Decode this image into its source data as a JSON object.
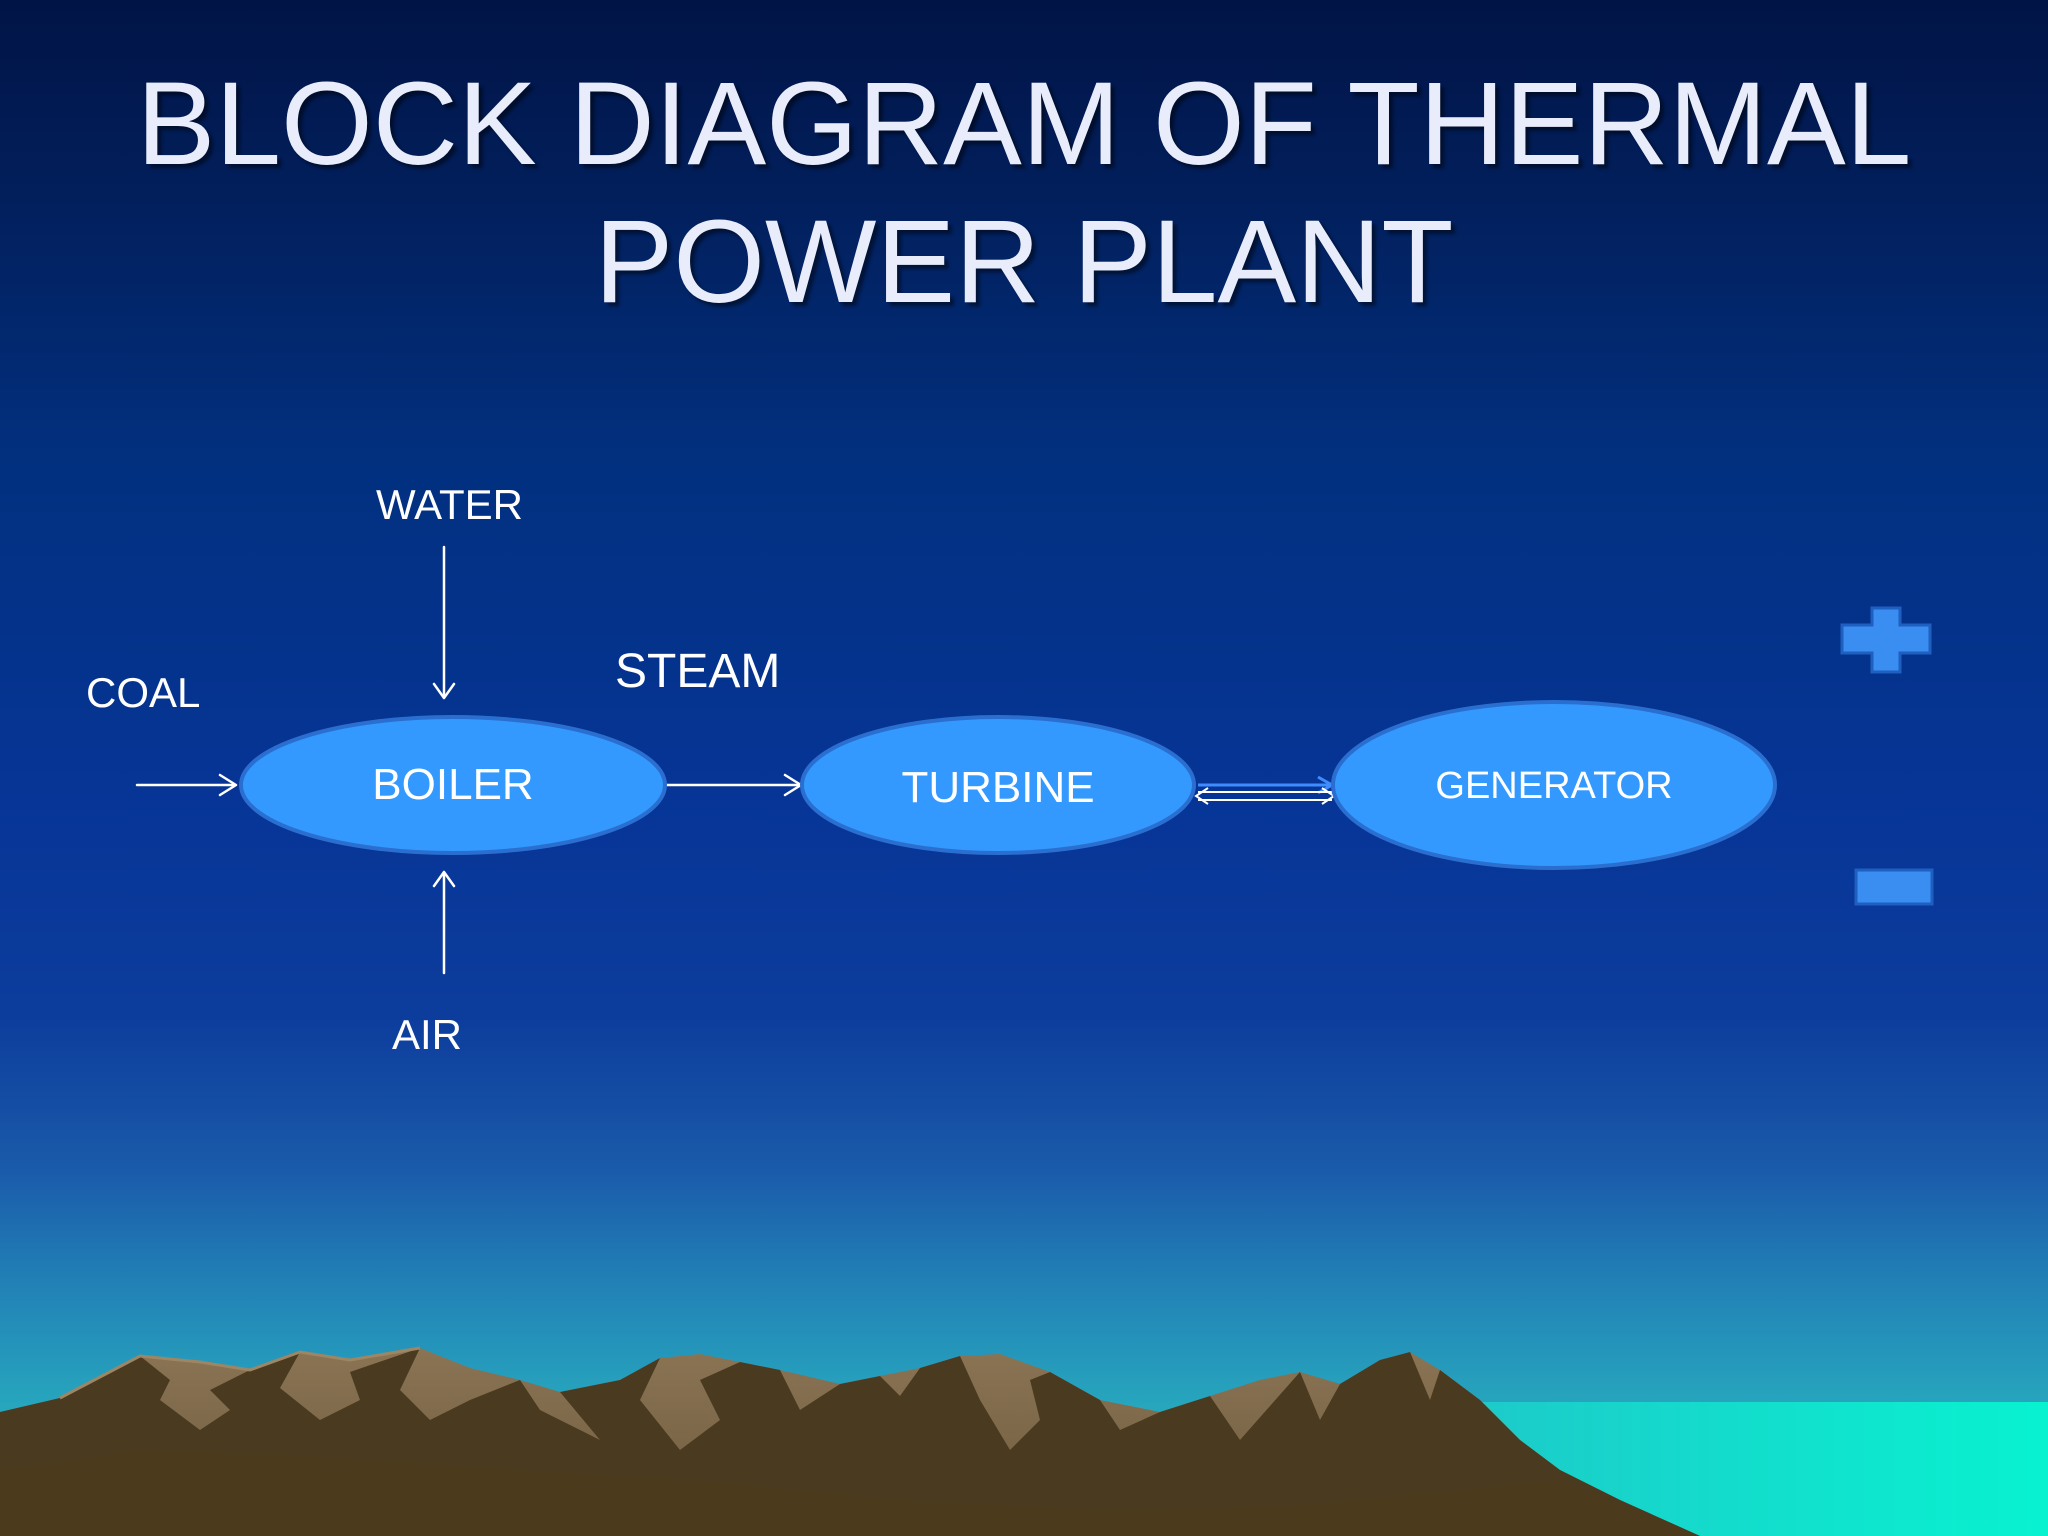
{
  "slide": {
    "title_line1": "BLOCK DIAGRAM OF THERMAL",
    "title_line2": "POWER PLANT"
  },
  "diagram": {
    "inputs": {
      "water": "WATER",
      "coal": "COAL",
      "air": "AIR"
    },
    "steam_label": "STEAM",
    "nodes": {
      "boiler": "BOILER",
      "turbine": "TURBINE",
      "generator": "GENERATOR"
    },
    "terminals": {
      "positive": "plus-icon",
      "negative": "minus-icon"
    }
  },
  "colors": {
    "node_fill": "#3399ff",
    "node_stroke": "#2a6fd0",
    "terminal": "#3a8ef2",
    "arrow": "#ffffff"
  }
}
